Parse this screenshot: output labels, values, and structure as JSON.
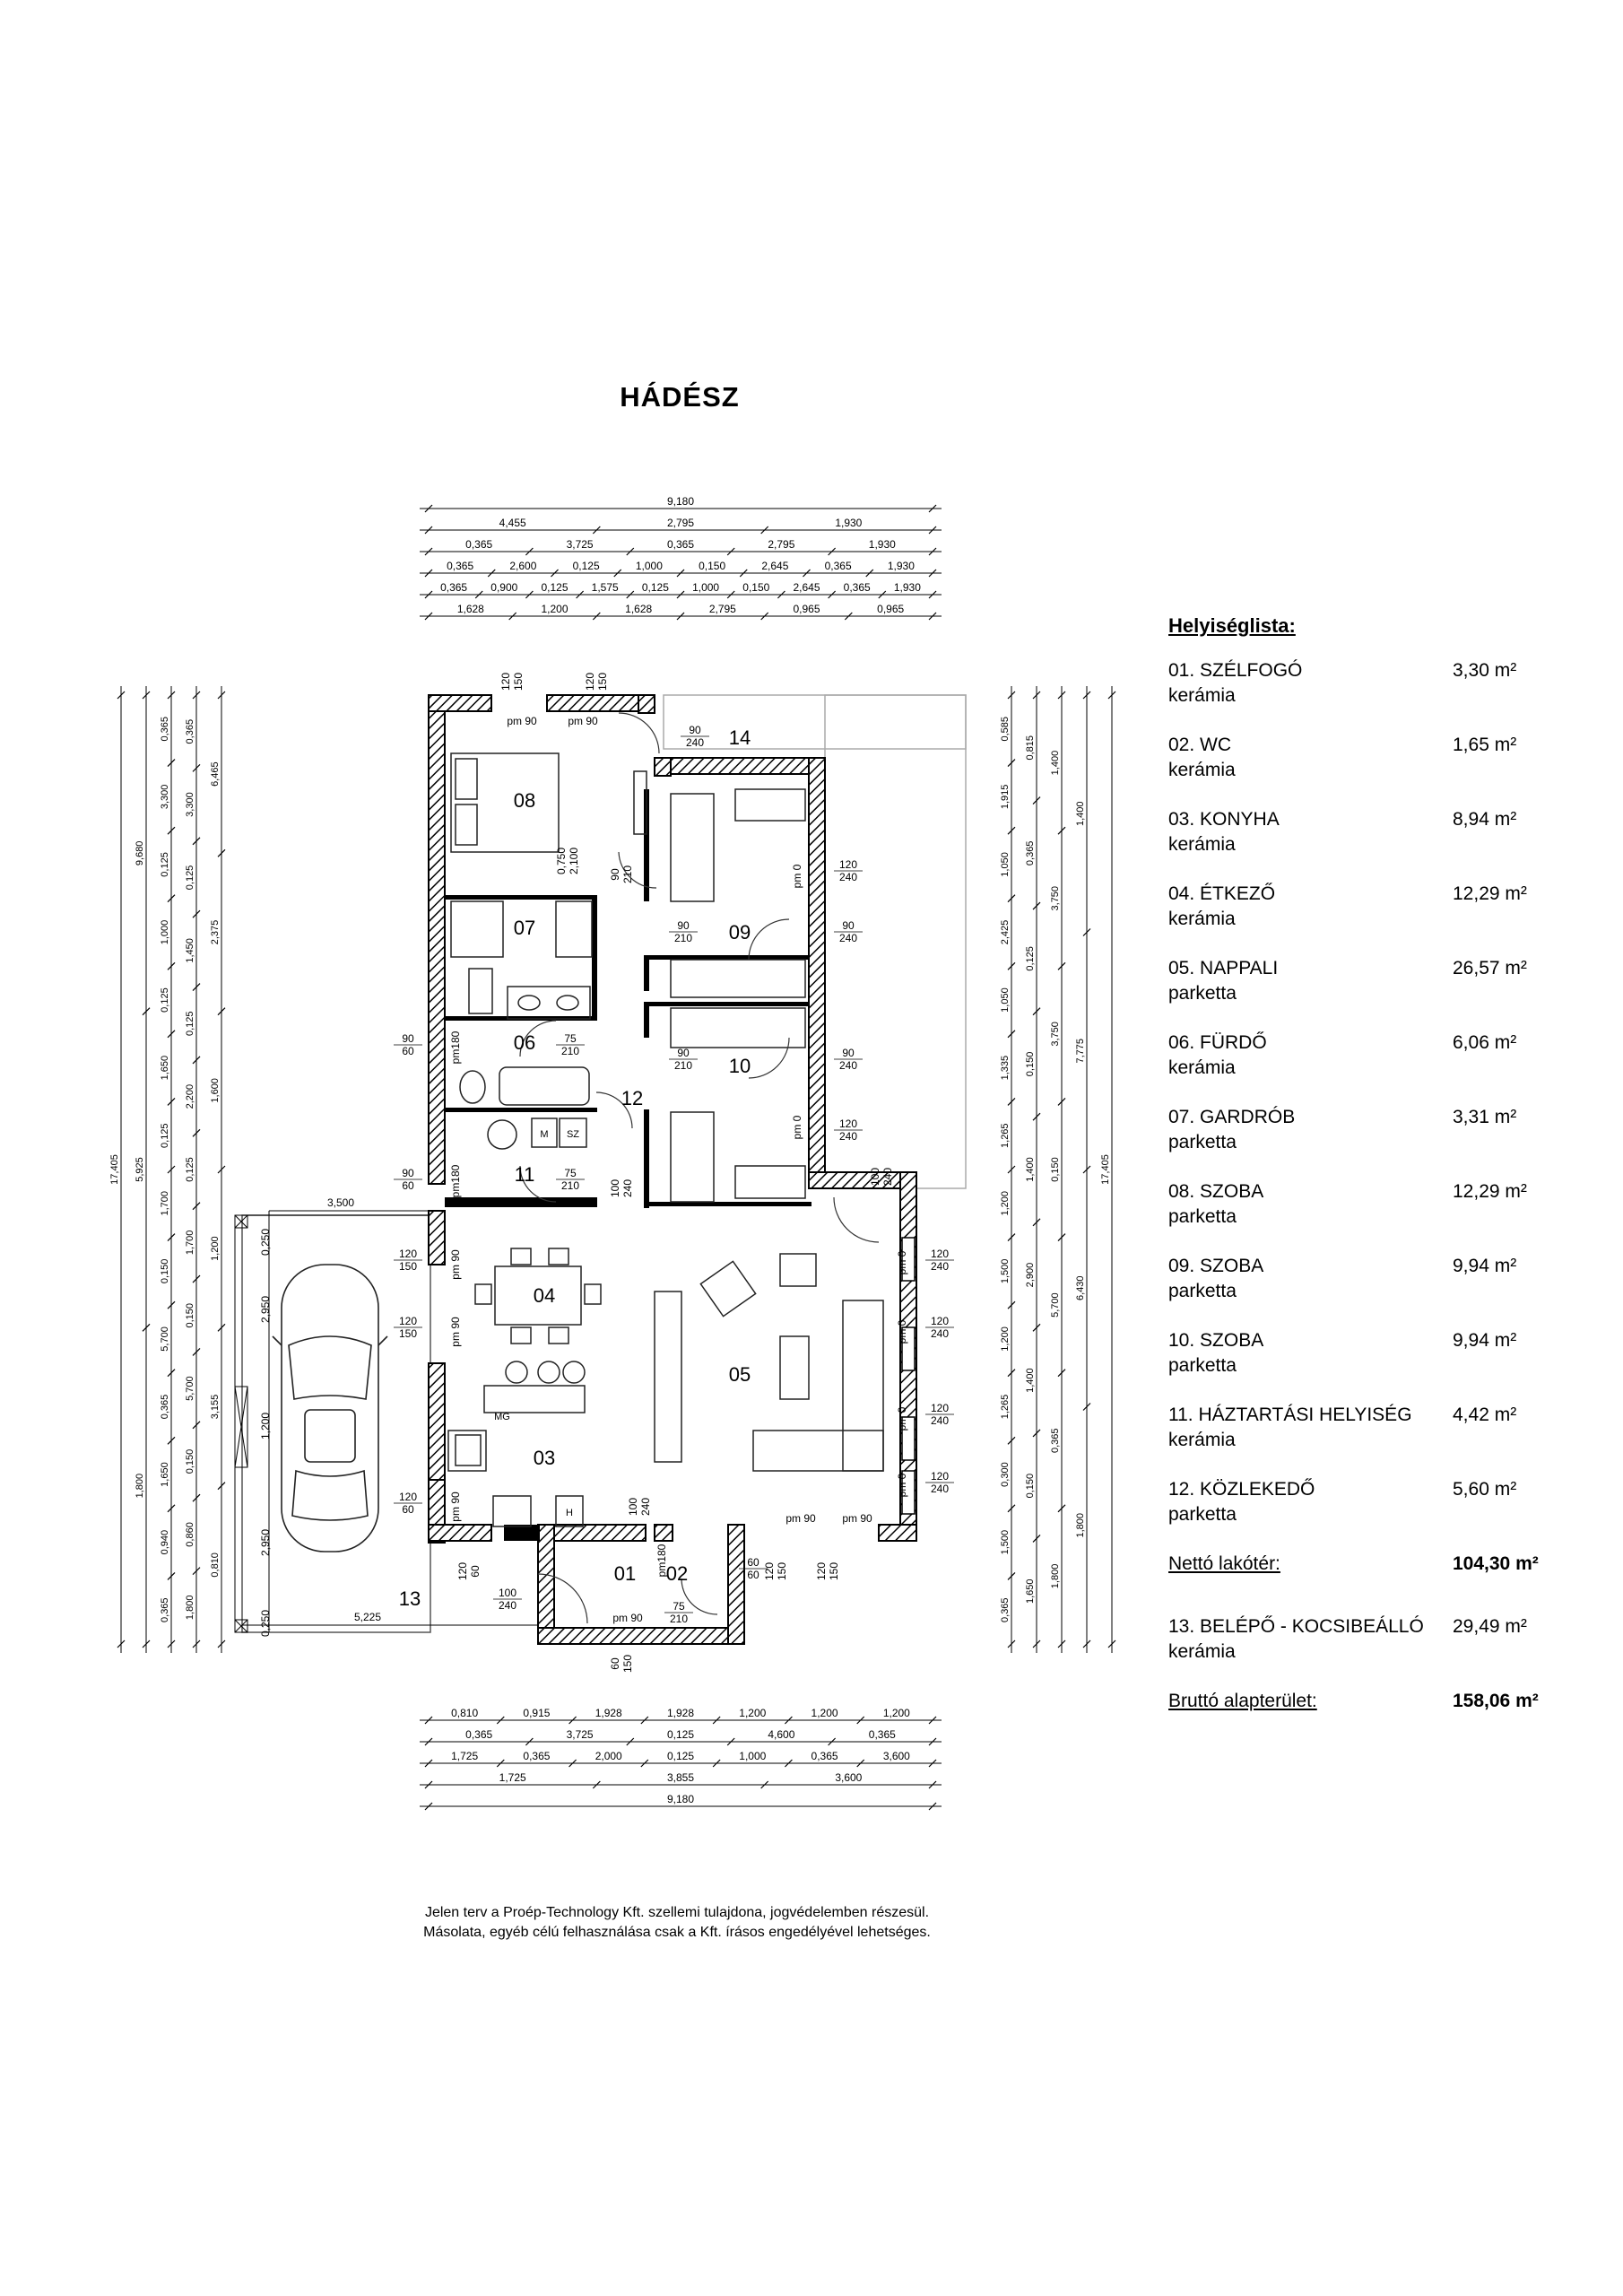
{
  "title": "HÁDÉSZ",
  "room_list": {
    "heading": "Helyiséglista:",
    "rooms": [
      {
        "name": "01. SZÉLFOGÓ",
        "floor": "kerámia",
        "area": "3,30 m²"
      },
      {
        "name": "02. WC",
        "floor": "kerámia",
        "area": "1,65 m²"
      },
      {
        "name": "03. KONYHA",
        "floor": "kerámia",
        "area": "8,94 m²"
      },
      {
        "name": "04. ÉTKEZŐ",
        "floor": "kerámia",
        "area": "12,29 m²"
      },
      {
        "name": "05. NAPPALI",
        "floor": "parketta",
        "area": "26,57 m²"
      },
      {
        "name": "06. FÜRDŐ",
        "floor": "kerámia",
        "area": "6,06 m²"
      },
      {
        "name": "07. GARDRÓB",
        "floor": "parketta",
        "area": "3,31 m²"
      },
      {
        "name": "08. SZOBA",
        "floor": "parketta",
        "area": "12,29 m²"
      },
      {
        "name": "09. SZOBA",
        "floor": "parketta",
        "area": "9,94 m²"
      },
      {
        "name": "10. SZOBA",
        "floor": "parketta",
        "area": "9,94 m²"
      },
      {
        "name": "11. HÁZTARTÁSI HELYISÉG",
        "floor": "kerámia",
        "area": "4,42 m²"
      },
      {
        "name": "12. KÖZLEKEDŐ",
        "floor": "parketta",
        "area": "5,60 m²"
      }
    ],
    "net_label": "Nettó lakótér:",
    "net_value": "104,30 m²",
    "extra_room": {
      "name": "13. BELÉPŐ - KOCSIBEÁLLÓ",
      "floor": "kerámia",
      "area": "29,49 m²"
    },
    "gross_label": "Bruttó alapterület:",
    "gross_value": "158,06 m²"
  },
  "plan": {
    "room_numbers": [
      "01",
      "02",
      "03",
      "04",
      "05",
      "06",
      "07",
      "08",
      "09",
      "10",
      "11",
      "12",
      "13",
      "14"
    ],
    "top_dims": [
      [
        "9,180"
      ],
      [
        "4,455",
        "2,795",
        "1,930"
      ],
      [
        "0,365",
        "3,725",
        "0,365",
        "2,795",
        "1,930"
      ],
      [
        "0,365",
        "2,600",
        "0,125",
        "1,000",
        "0,150",
        "2,645",
        "0,365",
        "1,930"
      ],
      [
        "0,365",
        "0,900",
        "0,125",
        "1,575",
        "0,125",
        "1,000",
        "0,150",
        "2,645",
        "0,365",
        "1,930"
      ],
      [
        "1,628",
        "1,200",
        "1,628",
        "2,795",
        "0,965",
        "0,965"
      ]
    ],
    "bottom_dims": [
      [
        "0,810",
        "0,915",
        "1,928",
        "1,928",
        "1,200",
        "1,200",
        "1,200"
      ],
      [
        "0,365",
        "3,725",
        "0,125",
        "4,600",
        "0,365"
      ],
      [
        "1,725",
        "0,365",
        "2,000",
        "0,125",
        "1,000",
        "0,365",
        "3,600"
      ],
      [
        "1,725",
        "3,855",
        "3,600"
      ],
      [
        "9,180"
      ]
    ],
    "left_dims": [
      [
        "17,405"
      ],
      [
        "9,680",
        "5,925",
        "1,800"
      ],
      [
        "0,365",
        "3,300",
        "0,125",
        "1,000",
        "0,125",
        "1,650",
        "0,125",
        "1,700",
        "0,150",
        "5,700",
        "0,365",
        "1,650",
        "0,940",
        "0,365"
      ],
      [
        "0,365",
        "3,300",
        "0,125",
        "1,450",
        "0,125",
        "2,200",
        "0,125",
        "1,700",
        "0,150",
        "5,700",
        "0,150",
        "0,860",
        "1,800"
      ],
      [
        "6,465",
        "2,375",
        "1,600",
        "1,200",
        "3,155",
        "0,810"
      ]
    ],
    "right_dims": [
      [
        "0,585",
        "1,915",
        "1,050",
        "2,425",
        "1,050",
        "1,335",
        "1,265",
        "1,200",
        "1,500",
        "1,200",
        "1,265",
        "0,300",
        "1,500",
        "0,365"
      ],
      [
        "0,815",
        "0,365",
        "0,125",
        "0,150",
        "1,400",
        "2,900",
        "1,400",
        "0,150",
        "1,650"
      ],
      [
        "1,400",
        "3,750",
        "3,750",
        "0,150",
        "5,700",
        "0,365",
        "1,800"
      ],
      [
        "1,400",
        "7,775",
        "6,430",
        "1,800"
      ],
      [
        "17,405"
      ]
    ],
    "carport_dims": [
      "3,500",
      "0,250",
      "2,950",
      "1,200",
      "2,950",
      "0,250",
      "5,225"
    ],
    "openings": [
      [
        "120",
        "150"
      ],
      [
        "120",
        "150"
      ],
      [
        "pm 90"
      ],
      [
        "pm 90"
      ],
      [
        "90",
        "240"
      ],
      [
        "0,750",
        "2,100"
      ],
      [
        "90",
        "210"
      ],
      [
        "pm 0"
      ],
      [
        "120",
        "240"
      ],
      [
        "90",
        "210"
      ],
      [
        "90",
        "240"
      ],
      [
        "90",
        "60"
      ],
      [
        "pm180"
      ],
      [
        "75",
        "210"
      ],
      [
        "90",
        "210"
      ],
      [
        "90",
        "240"
      ],
      [
        "pm 0"
      ],
      [
        "120",
        "240"
      ],
      [
        "90",
        "60"
      ],
      [
        "pm180"
      ],
      [
        "75",
        "210"
      ],
      [
        "100",
        "240"
      ],
      [
        "100",
        "240"
      ],
      [
        "120",
        "150"
      ],
      [
        "pm 90"
      ],
      [
        "120",
        "150"
      ],
      [
        "pm 90"
      ],
      [
        "120",
        "240"
      ],
      [
        "pm 0"
      ],
      [
        "120",
        "240"
      ],
      [
        "pm 0"
      ],
      [
        "120",
        "240"
      ],
      [
        "pm 0"
      ],
      [
        "120",
        "240"
      ],
      [
        "pm 0"
      ],
      [
        "120",
        "60"
      ],
      [
        "pm 90"
      ],
      [
        "100",
        "240"
      ],
      [
        "pm 90"
      ],
      [
        "pm 90"
      ],
      [
        "pm180"
      ],
      [
        "60",
        "60"
      ],
      [
        "120",
        "150"
      ],
      [
        "120",
        "150"
      ],
      [
        "120",
        "60"
      ],
      [
        "100",
        "240"
      ],
      [
        "75",
        "210"
      ],
      [
        "pm 90"
      ],
      [
        "60",
        "150"
      ]
    ],
    "appliance_labels": [
      "M",
      "SZ",
      "MG",
      "H"
    ]
  },
  "footer": [
    "Jelen terv a Proép-Technology Kft. szellemi tulajdona, jogvédelemben részesül.",
    "Másolata, egyéb célú felhasználása csak a Kft. írásos engedélyével lehetséges."
  ]
}
